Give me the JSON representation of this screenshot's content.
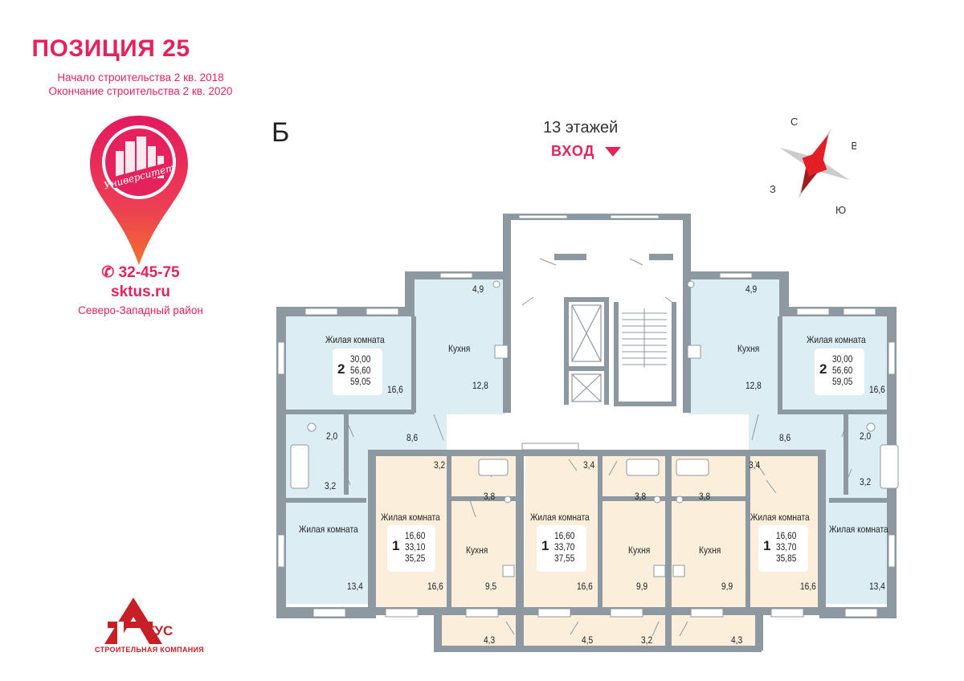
{
  "header": {
    "title": "ПОЗИЦИЯ 25",
    "start": "Начало строительства 2 кв. 2018",
    "end": "Окончание строительства 2 кв. 2020"
  },
  "logo": {
    "text": "Университет",
    "icon": "map-pin-icon"
  },
  "contact": {
    "phone": "32-45-75",
    "site": "sktus.ru",
    "district": "Северо-Западный район"
  },
  "plan": {
    "section": "Б",
    "floors": "13 этажей",
    "entry": "вход"
  },
  "compass": {
    "n": "С",
    "e": "В",
    "s": "Ю",
    "w": "З"
  },
  "company": {
    "name": "ТУС",
    "tagline": "СТРОИТЕЛЬНАЯ КОМПАНИЯ"
  },
  "rooms": {
    "living": "Жилая комната",
    "kitchen": "Кухня"
  },
  "apartments": [
    {
      "rooms": "2",
      "l1": "30,00",
      "l2": "56,60",
      "l3": "59,05"
    },
    {
      "rooms": "2",
      "l1": "30,00",
      "l2": "56,60",
      "l3": "59,05"
    },
    {
      "rooms": "1",
      "l1": "16,60",
      "l2": "33,10",
      "l3": "35,25"
    },
    {
      "rooms": "1",
      "l1": "16,60",
      "l2": "33,70",
      "l3": "37,55"
    },
    {
      "rooms": "1",
      "l1": "16,60",
      "l2": "33,70",
      "l3": "35,85"
    }
  ],
  "areas": {
    "a49l": "4,9",
    "a49r": "4,9",
    "a166l": "16,6",
    "a128l": "12,8",
    "a128r": "12,8",
    "a166r": "16,6",
    "a20l": "2,0",
    "a86l": "8,6",
    "a86r": "8,6",
    "a20r": "2,0",
    "a32l": "3,2",
    "a32c": "3,2",
    "a34a": "3,4",
    "a34b": "3,4",
    "a32r": "3,2",
    "a38a": "3,8",
    "a38b": "3,8",
    "a38c": "3,8",
    "a134l": "13,4",
    "a134r": "13,4",
    "a166a": "16,6",
    "a95": "9,5",
    "a166b": "16,6",
    "a99a": "9,9",
    "a99b": "9,9",
    "a166c": "16,6",
    "a43l": "4,3",
    "a45": "4,5",
    "a32b": "3,2",
    "a43r": "4,3"
  },
  "colors": {
    "accent": "#e5225c",
    "wall": "#8e98a0",
    "blue_apt": "#dceef4",
    "beige_apt": "#fbefdc",
    "hall": "#ffffff"
  }
}
